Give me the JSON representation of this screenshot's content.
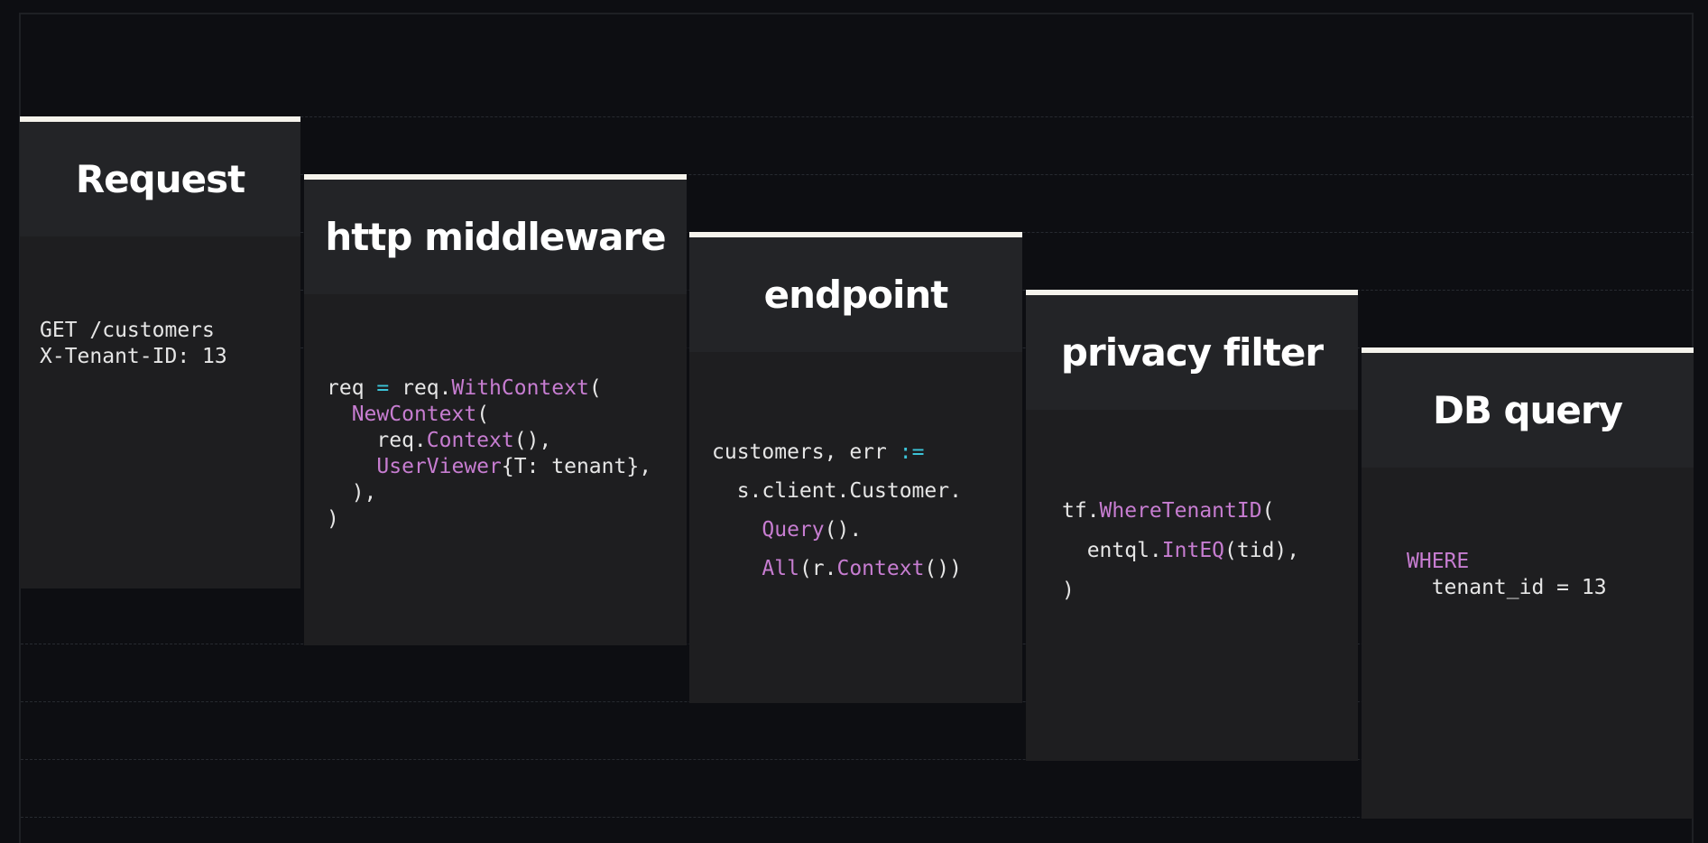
{
  "stages": [
    {
      "title": "Request",
      "code": [
        [
          {
            "t": "GET /customers",
            "k": "plain"
          }
        ],
        [
          {
            "t": "X-Tenant-ID: 13",
            "k": "plain"
          }
        ]
      ]
    },
    {
      "title": "http middleware",
      "code": [
        [
          {
            "t": "req ",
            "k": "plain"
          },
          {
            "t": "=",
            "k": "op"
          },
          {
            "t": " req.",
            "k": "plain"
          },
          {
            "t": "WithContext",
            "k": "fn"
          },
          {
            "t": "(",
            "k": "plain"
          }
        ],
        [
          {
            "t": "  ",
            "k": "plain"
          },
          {
            "t": "NewContext",
            "k": "fn"
          },
          {
            "t": "(",
            "k": "plain"
          }
        ],
        [
          {
            "t": "    req.",
            "k": "plain"
          },
          {
            "t": "Context",
            "k": "fn"
          },
          {
            "t": "(),",
            "k": "plain"
          }
        ],
        [
          {
            "t": "    ",
            "k": "plain"
          },
          {
            "t": "UserViewer",
            "k": "fn"
          },
          {
            "t": "{T: tenant},",
            "k": "plain"
          }
        ],
        [
          {
            "t": "  ),",
            "k": "plain"
          }
        ],
        [
          {
            "t": ")",
            "k": "plain"
          }
        ]
      ]
    },
    {
      "title": "endpoint",
      "code": [
        [
          {
            "t": "customers, err ",
            "k": "plain"
          },
          {
            "t": ":=",
            "k": "op"
          }
        ],
        [
          {
            "t": "  s.client.Customer.",
            "k": "plain"
          }
        ],
        [
          {
            "t": "    ",
            "k": "plain"
          },
          {
            "t": "Query",
            "k": "fn"
          },
          {
            "t": "().",
            "k": "plain"
          }
        ],
        [
          {
            "t": "    ",
            "k": "plain"
          },
          {
            "t": "All",
            "k": "fn"
          },
          {
            "t": "(r.",
            "k": "plain"
          },
          {
            "t": "Context",
            "k": "fn"
          },
          {
            "t": "())",
            "k": "plain"
          }
        ]
      ]
    },
    {
      "title": "privacy filter",
      "code": [
        [
          {
            "t": "tf.",
            "k": "plain"
          },
          {
            "t": "WhereTenantID",
            "k": "fn"
          },
          {
            "t": "(",
            "k": "plain"
          }
        ],
        [
          {
            "t": "  entql.",
            "k": "plain"
          },
          {
            "t": "IntEQ",
            "k": "fn"
          },
          {
            "t": "(tid),",
            "k": "plain"
          }
        ],
        [
          {
            "t": ")",
            "k": "plain"
          }
        ]
      ]
    },
    {
      "title": "DB query",
      "code": [
        [
          {
            "t": "WHERE",
            "k": "fn"
          }
        ],
        [
          {
            "t": "  tenant_id = 13",
            "k": "plain"
          }
        ]
      ]
    }
  ],
  "colors": {
    "background": "#0d0e12",
    "card": "#1e1e20",
    "card_header": "#232427",
    "top_rule": "#f5f3ec",
    "function": "#c77dd1",
    "operator": "#3cc4d8",
    "text": "#e6e6e6"
  }
}
